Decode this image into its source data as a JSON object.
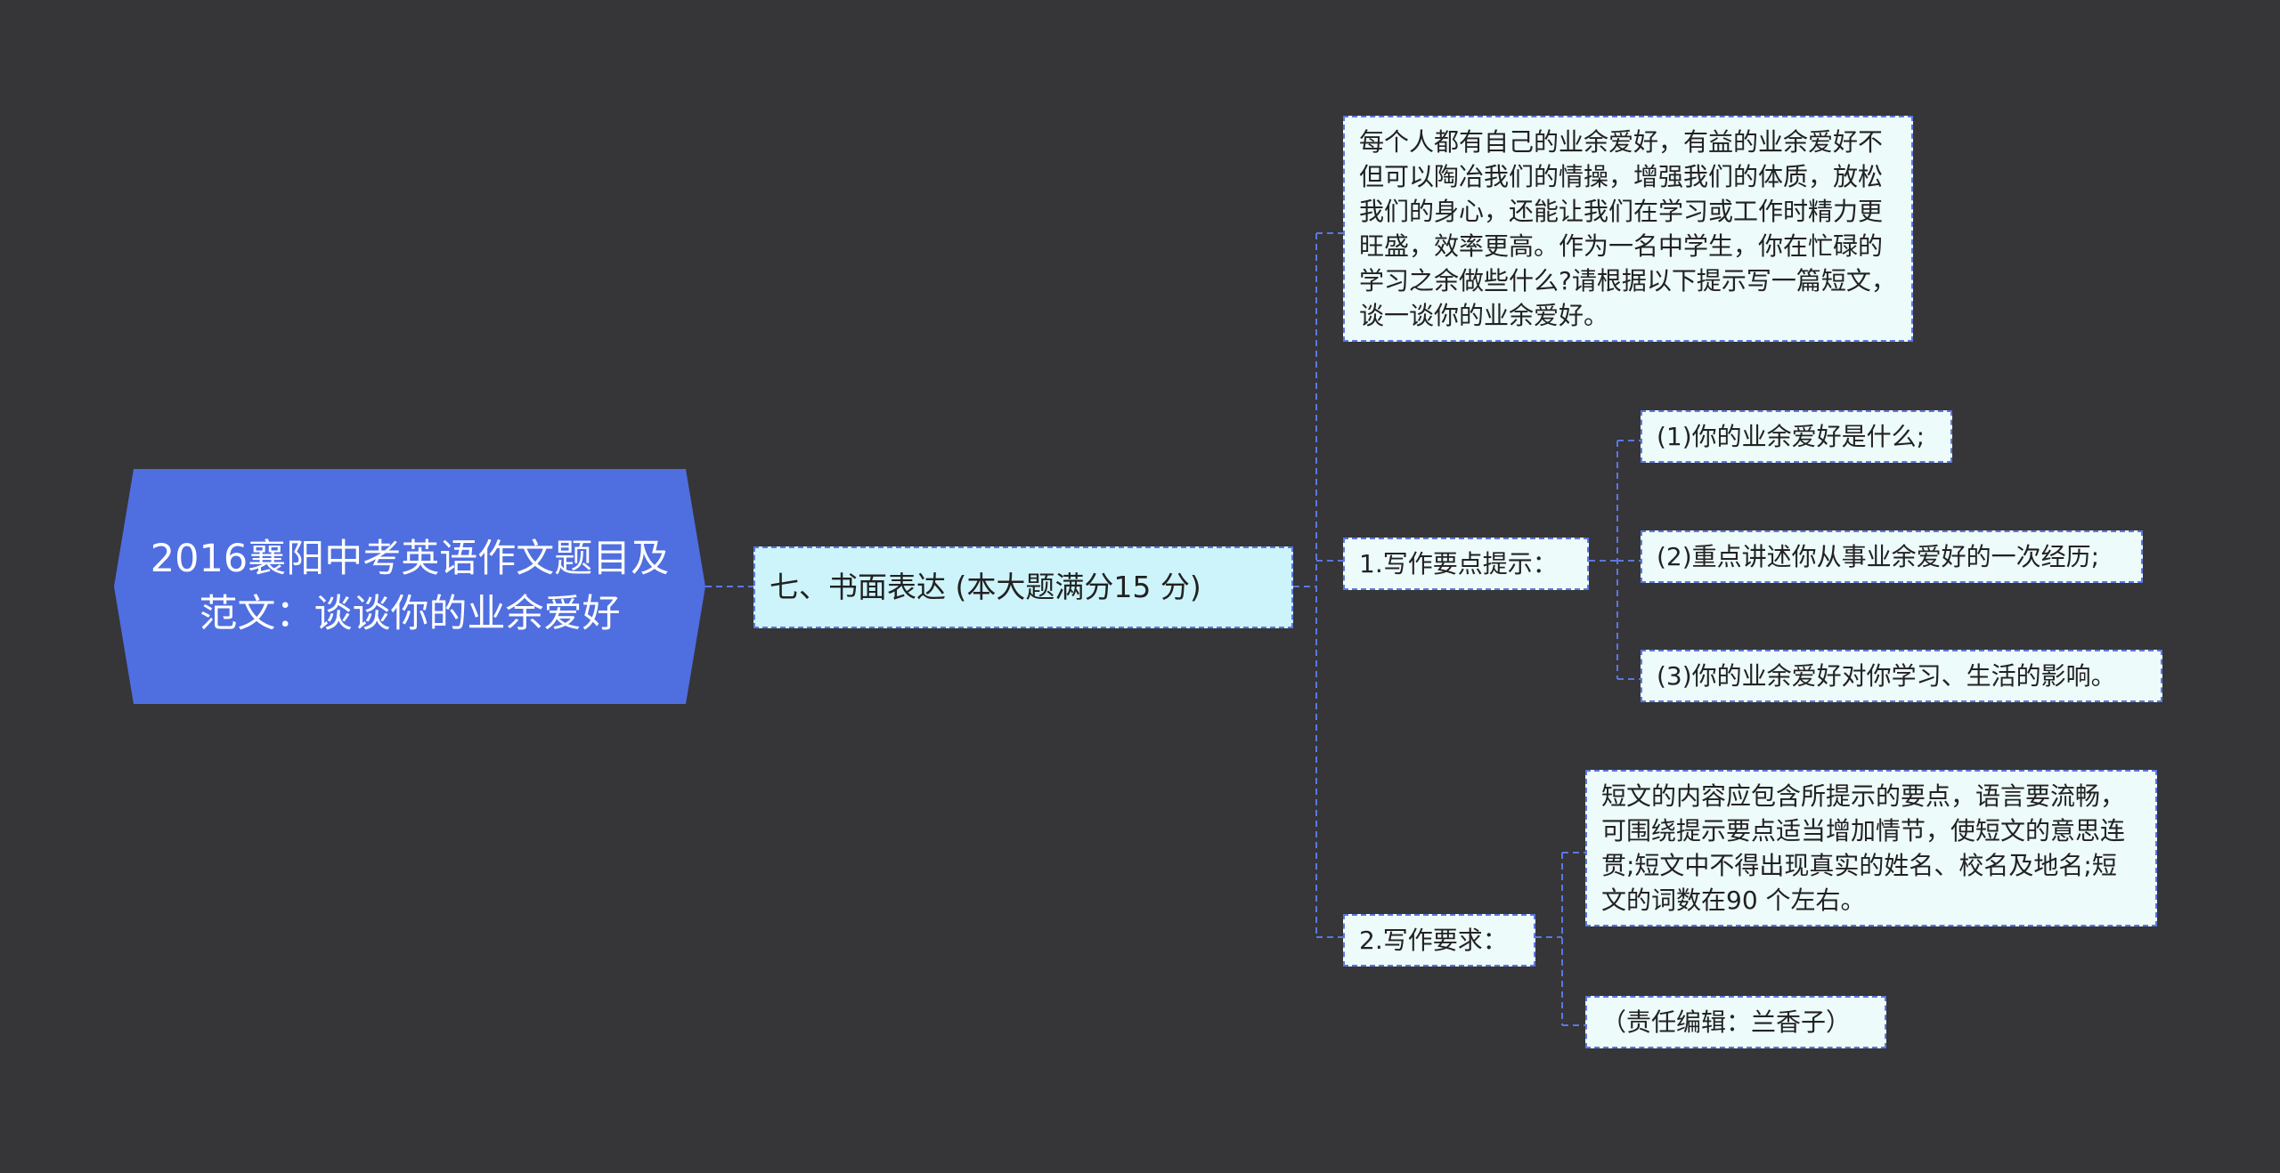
{
  "root": {
    "title": "2016襄阳中考英语作文题目及范文：谈谈你的业余爱好"
  },
  "section": {
    "title": "七、书面表达 (本大题满分15 分)"
  },
  "intro": {
    "text": "每个人都有自己的业余爱好，有益的业余爱好不但可以陶冶我们的情操，增强我们的体质，放松我们的身心，还能让我们在学习或工作时精力更旺盛，效率更高。作为一名中学生，你在忙碌的学习之余做些什么?请根据以下提示写一篇短文，谈一谈你的业余爱好。"
  },
  "points": {
    "label": "1.写作要点提示：",
    "items": [
      "(1)你的业余爱好是什么;",
      "(2)重点讲述你从事业余爱好的一次经历;",
      "(3)你的业余爱好对你学习、生活的影响。"
    ]
  },
  "requirements": {
    "label": "2.写作要求：",
    "text": "短文的内容应包含所提示的要点，语言要流畅，可围绕提示要点适当增加情节，使短文的意思连贯;短文中不得出现真实的姓名、校名及地名;短文的词数在90 个左右。",
    "editor": "（责任编辑：兰香子）"
  },
  "colors": {
    "background": "#363538",
    "root_fill": "#4f6ee0",
    "level1_fill": "#cdf4fb",
    "leaf_fill": "#eefbfb",
    "connector": "#5b78e0"
  }
}
